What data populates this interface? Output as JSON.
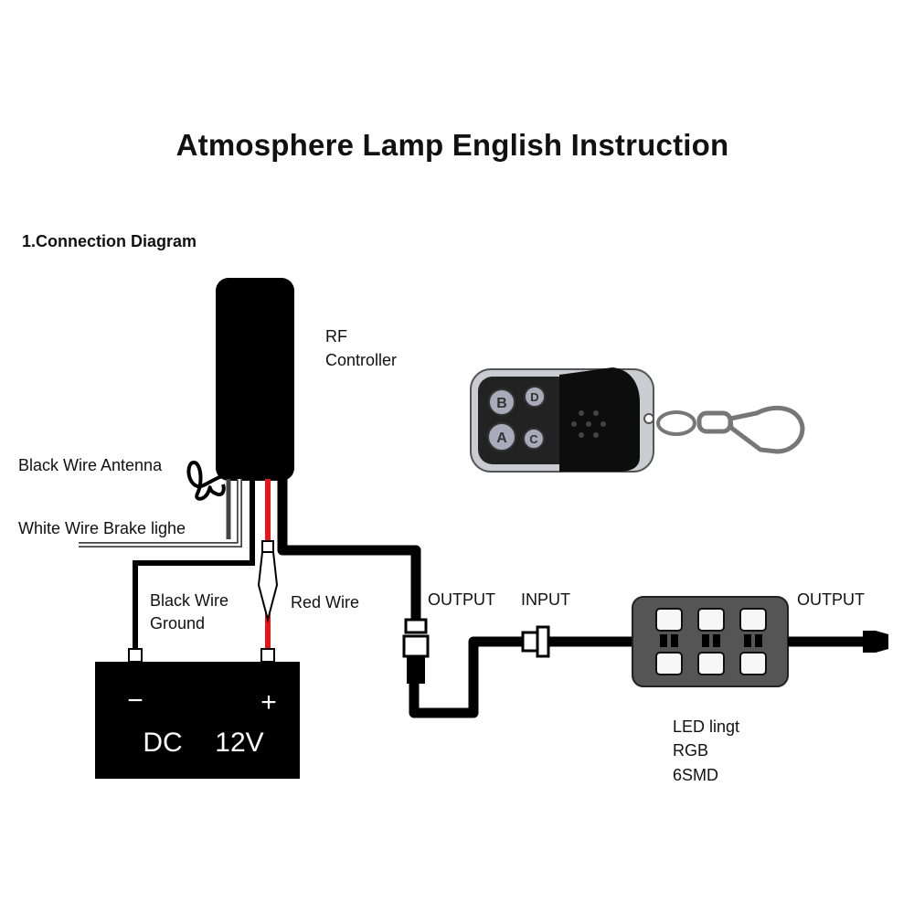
{
  "title": "Atmosphere Lamp English Instruction",
  "section_title": "1.Connection Diagram",
  "controller": {
    "line1": "RF",
    "line2": "Controller"
  },
  "wires": {
    "antenna": "Black Wire Antenna",
    "brake": "White Wire Brake lighe",
    "ground_line1": "Black Wire",
    "ground_line2": "Ground",
    "red": "Red Wire"
  },
  "battery": {
    "minus": "−",
    "plus": "+",
    "dc": "DC",
    "volt": "12V"
  },
  "ports": {
    "output1": "OUTPUT",
    "input": "INPUT",
    "output2": "OUTPUT"
  },
  "led": {
    "line1": "LED lingt",
    "line2": "RGB",
    "line3": "6SMD"
  },
  "remote": {
    "btn_a": "A",
    "btn_b": "B",
    "btn_c": "C",
    "btn_d": "D"
  },
  "colors": {
    "wire_red": "#e8141c",
    "wire_black": "#000000",
    "led_body": "#555555",
    "led_pad": "#f7f7f7"
  }
}
